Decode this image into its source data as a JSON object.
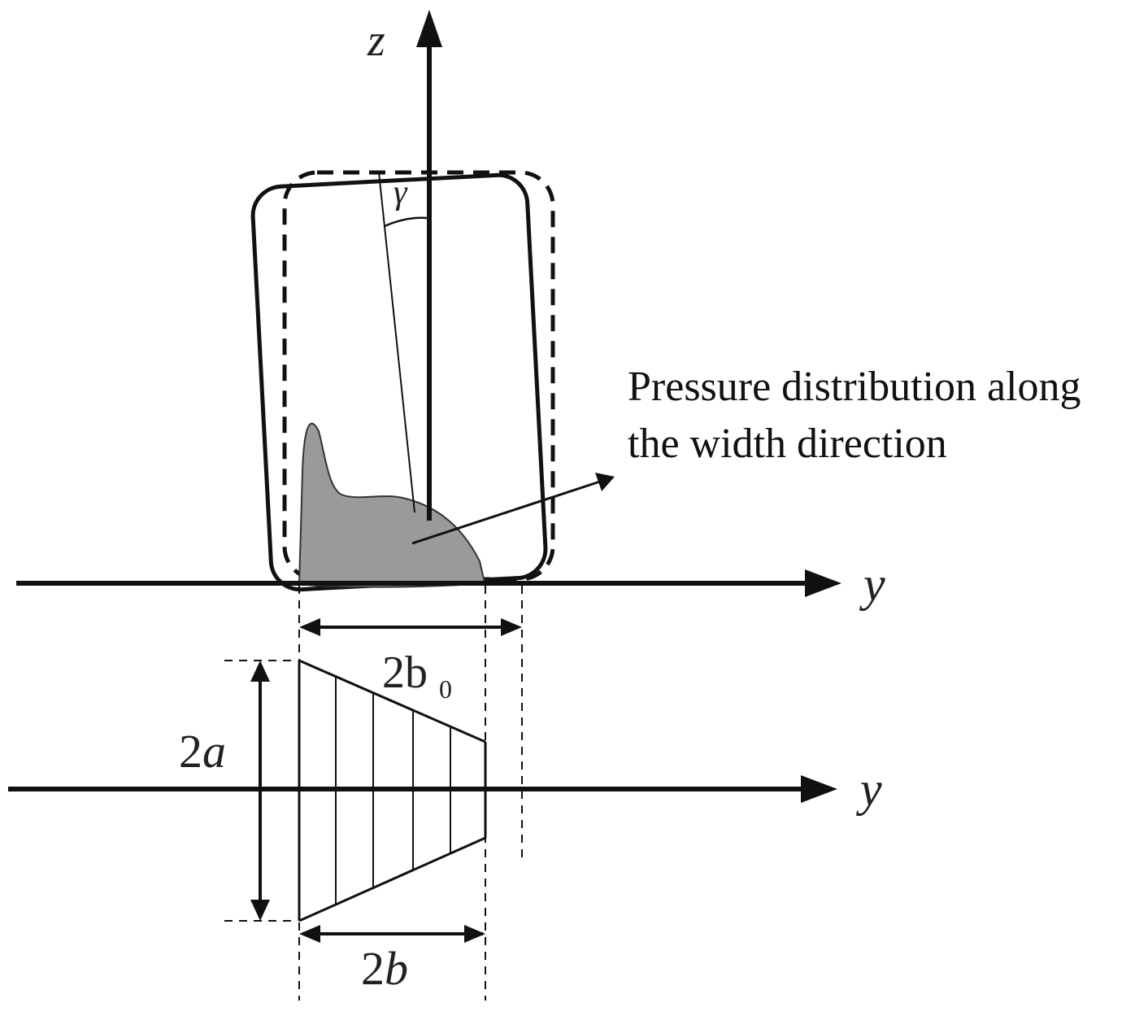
{
  "diagram": {
    "labels": {
      "z_axis": "z",
      "y_axis_top": "y",
      "y_axis_bottom": "y",
      "camber_angle": "γ",
      "width_2b0_main": "2b",
      "width_2b0_sub": "0",
      "length_2a_num": "2",
      "length_2a_var": "a",
      "width_2b_num": "2",
      "width_2b_var": "b"
    },
    "annotation": {
      "line1": "Pressure distribution along",
      "line2": "the width direction"
    },
    "colors": {
      "stroke": "#111111",
      "pressure_fill": "#9a9a9a",
      "background": "#ffffff"
    }
  }
}
